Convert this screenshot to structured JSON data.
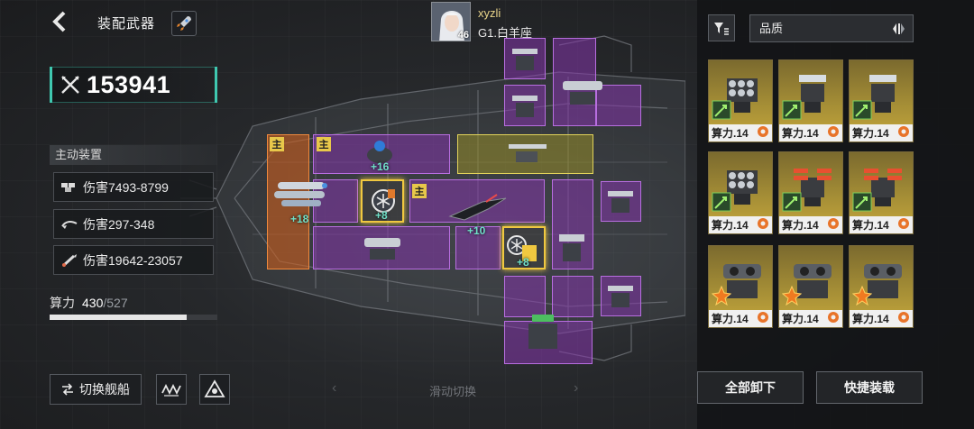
{
  "header": {
    "title": "装配武器"
  },
  "power": {
    "value": "153941"
  },
  "active_equipment": {
    "title": "主动装置",
    "stats": [
      {
        "icon": "missile-pod-icon",
        "text": "伤害7493-8799"
      },
      {
        "icon": "torpedo-icon",
        "text": "伤害297-348"
      },
      {
        "icon": "rocket-strike-icon",
        "text": "伤害19642-23057"
      }
    ]
  },
  "compute": {
    "label": "算力",
    "current": "430",
    "max": "/527",
    "fill_ratio": 0.816
  },
  "bottom_left": {
    "switch_ship": "切换舰船"
  },
  "slide": {
    "text": "滑动切换",
    "left_arrow": "‹",
    "right_arrow": "›"
  },
  "player": {
    "name": "xyzli",
    "rank": "G1.白羊座",
    "level": "46"
  },
  "ship": {
    "main_tag": "主",
    "bonuses": [
      "+18",
      "+16",
      "+8",
      "+10",
      "+8"
    ]
  },
  "right_panel": {
    "quality_label": "品质",
    "cards": [
      {
        "label": "算力.14",
        "weapon": "missile-launcher-icon"
      },
      {
        "label": "算力.14",
        "weapon": "turret-icon"
      },
      {
        "label": "算力.14",
        "weapon": "turret-icon"
      },
      {
        "label": "算力.14",
        "weapon": "missile-launcher-icon"
      },
      {
        "label": "算力.14",
        "weapon": "rocket-pod-icon"
      },
      {
        "label": "算力.14",
        "weapon": "rocket-pod-icon"
      },
      {
        "label": "算力.14",
        "weapon": "armored-cannon-icon"
      },
      {
        "label": "算力.14",
        "weapon": "armored-cannon-icon"
      },
      {
        "label": "算力.14",
        "weapon": "armored-cannon-icon"
      }
    ],
    "unequip_all": "全部卸下",
    "quick_equip": "快捷装载"
  },
  "colors": {
    "accent_teal": "#3fc8b0",
    "slot_purple": "#b86ee0",
    "slot_orange": "#f08a3e",
    "slot_yellow": "#e2d35a",
    "card_gold": "#c6a83c"
  }
}
